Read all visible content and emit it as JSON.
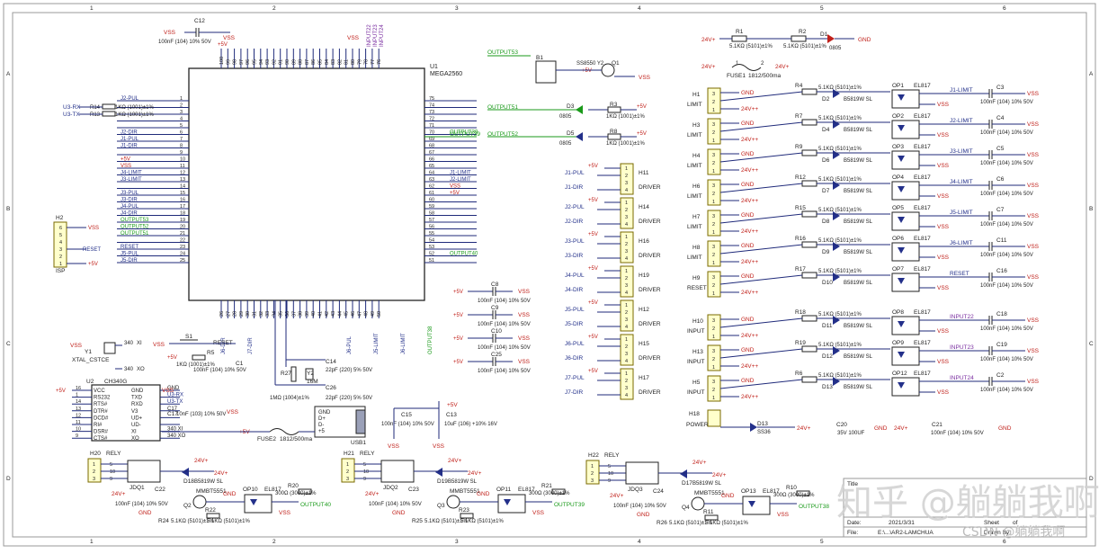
{
  "border": {
    "columns": [
      "1",
      "2",
      "3",
      "4",
      "5",
      "6"
    ],
    "rows": [
      "A",
      "B",
      "C",
      "D"
    ]
  },
  "mcu": {
    "ref": "U1",
    "part": "MEGA2560",
    "left_pins": [
      {
        "n": "1",
        "net": "J2-PUL"
      },
      {
        "n": "2",
        "net": ""
      },
      {
        "n": "3",
        "net": ""
      },
      {
        "n": "4",
        "net": ""
      },
      {
        "n": "5",
        "net": ""
      },
      {
        "n": "6",
        "net": "J2-DIR"
      },
      {
        "n": "7",
        "net": "J1-PUL"
      },
      {
        "n": "8",
        "net": "J1-DIR"
      },
      {
        "n": "9",
        "net": ""
      },
      {
        "n": "10",
        "net": "+5V"
      },
      {
        "n": "11",
        "net": "VSS"
      },
      {
        "n": "12",
        "net": "J4-LIMIT"
      },
      {
        "n": "13",
        "net": "J3-LIMIT"
      },
      {
        "n": "14",
        "net": ""
      },
      {
        "n": "15",
        "net": "J3-PUL"
      },
      {
        "n": "16",
        "net": "J3-DIR"
      },
      {
        "n": "17",
        "net": "J4-PUL"
      },
      {
        "n": "18",
        "net": "J4-DIR"
      },
      {
        "n": "19",
        "net": "OUTPUT53"
      },
      {
        "n": "20",
        "net": "OUTPUT52"
      },
      {
        "n": "21",
        "net": "OUTPUT51"
      },
      {
        "n": "22",
        "net": ""
      },
      {
        "n": "23",
        "net": "RESET"
      },
      {
        "n": "24",
        "net": "J5-PUL"
      },
      {
        "n": "25",
        "net": "J5-DIR"
      }
    ],
    "right_pins": [
      {
        "n": "75",
        "net": ""
      },
      {
        "n": "74",
        "net": ""
      },
      {
        "n": "73",
        "net": ""
      },
      {
        "n": "72",
        "net": ""
      },
      {
        "n": "71",
        "net": ""
      },
      {
        "n": "70",
        "net": "OUTPUT39"
      },
      {
        "n": "69",
        "net": ""
      },
      {
        "n": "68",
        "net": ""
      },
      {
        "n": "67",
        "net": ""
      },
      {
        "n": "66",
        "net": ""
      },
      {
        "n": "65",
        "net": ""
      },
      {
        "n": "64",
        "net": "J1-LIMIT"
      },
      {
        "n": "63",
        "net": "J2-LIMIT"
      },
      {
        "n": "62",
        "net": "VSS"
      },
      {
        "n": "61",
        "net": "+5V"
      },
      {
        "n": "60",
        "net": ""
      },
      {
        "n": "59",
        "net": ""
      },
      {
        "n": "58",
        "net": ""
      },
      {
        "n": "57",
        "net": ""
      },
      {
        "n": "56",
        "net": ""
      },
      {
        "n": "55",
        "net": ""
      },
      {
        "n": "54",
        "net": ""
      },
      {
        "n": "53",
        "net": ""
      },
      {
        "n": "52",
        "net": "OUTPUT40"
      },
      {
        "n": "51",
        "net": ""
      }
    ],
    "top_pins": [
      "100",
      "99",
      "98",
      "97",
      "96",
      "95",
      "94",
      "93",
      "92",
      "91",
      "90",
      "89",
      "88",
      "87",
      "86",
      "85",
      "84",
      "83",
      "82",
      "81",
      "80",
      "79",
      "78",
      "77",
      "76"
    ],
    "bottom_pins": [
      "26",
      "27",
      "28",
      "29",
      "30",
      "31",
      "32",
      "33",
      "34",
      "35",
      "36",
      "37",
      "38",
      "39",
      "40",
      "41",
      "42",
      "43",
      "44",
      "45",
      "46",
      "47",
      "48",
      "49",
      "50"
    ],
    "top_nets": [
      "INPUT22",
      "INPUT23",
      "INPUT24"
    ],
    "bottom_nets": [
      "J6-DIR",
      "J7-DIR",
      "J6-PUL",
      "J5-LIMIT",
      "J6-LIMIT",
      "OUTPUT38"
    ]
  },
  "uart": {
    "rx_net": "U3-RX",
    "tx_net": "U3-TX",
    "r14": "R14",
    "r13": "R13",
    "res_val": "1KΩ (1001)±1%"
  },
  "c12": {
    "ref": "C12",
    "value": "100nF (104) 10% 50V",
    "vss": "VSS",
    "v5": "+5V"
  },
  "isp": {
    "ref": "H2",
    "name": "ISP",
    "pins": [
      "6",
      "5",
      "4",
      "3",
      "2",
      "1"
    ],
    "nets": [
      "VSS",
      "",
      "",
      "RESET",
      "",
      "+5V"
    ]
  },
  "buzzer": {
    "ref": "B1",
    "q": "Q1",
    "part": "SS8550 Y2",
    "net": "OUTPUT53",
    "v5": "+5V",
    "vss": "VSS"
  },
  "leds_out": [
    {
      "net": "OUTPUT51",
      "d": "D3",
      "pkg": "0805",
      "r": "R3",
      "rv": "1KΩ (1001)±1%",
      "v": "+5V"
    },
    {
      "net": "OUTPUT52",
      "d": "D5",
      "pkg": "0805",
      "r": "R8",
      "rv": "1KΩ (1001)±1%",
      "v": "+5V"
    }
  ],
  "output39": "OUTPUT39",
  "power_led": {
    "r1": "R1",
    "r2": "R2",
    "rv": "5.1KΩ (5101)±1%",
    "d": "D1",
    "pkg": "0805",
    "v": "24V+",
    "gnd": "GND"
  },
  "fuse1": {
    "ref": "FUSE1",
    "value": "1812/500ma",
    "v": "24V+",
    "n1": "1",
    "n2": "2"
  },
  "drivers": [
    {
      "ref": "H11",
      "pul": "J1-PUL",
      "dir": "J1-DIR"
    },
    {
      "ref": "H14",
      "pul": "J2-PUL",
      "dir": "J2-DIR"
    },
    {
      "ref": "H16",
      "pul": "J3-PUL",
      "dir": "J3-DIR"
    },
    {
      "ref": "H19",
      "pul": "J4-PUL",
      "dir": "J4-DIR"
    },
    {
      "ref": "H12",
      "pul": "J5-PUL",
      "dir": "J5-DIR"
    },
    {
      "ref": "H15",
      "pul": "J6-PUL",
      "dir": "J6-DIR"
    },
    {
      "ref": "H17",
      "pul": "J7-PUL",
      "dir": "J7-DIR"
    }
  ],
  "driver_label": "DRIVER",
  "decoupling": [
    {
      "ref": "C8",
      "value": "100nF (104) 10% 50V"
    },
    {
      "ref": "C9",
      "value": "100nF (104) 10% 50V"
    },
    {
      "ref": "C10",
      "value": "100nF (104) 10% 50V"
    },
    {
      "ref": "C25",
      "value": "100nF (104) 10% 50V"
    }
  ],
  "inputs": [
    {
      "h": "H1",
      "lab": "LIMIT",
      "r": "R4",
      "d": "D2",
      "op": "OP1",
      "c": "C3",
      "net": "J1-LIMIT"
    },
    {
      "h": "H3",
      "lab": "LIMIT",
      "r": "R7",
      "d": "D4",
      "op": "OP2",
      "c": "C4",
      "net": "J2-LIMIT"
    },
    {
      "h": "H4",
      "lab": "LIMIT",
      "r": "R9",
      "d": "D6",
      "op": "OP3",
      "c": "C5",
      "net": "J3-LIMIT"
    },
    {
      "h": "H6",
      "lab": "LIMIT",
      "r": "R12",
      "d": "D7",
      "op": "OP4",
      "c": "C6",
      "net": "J4-LIMIT"
    },
    {
      "h": "H7",
      "lab": "LIMIT",
      "r": "R15",
      "d": "D8",
      "op": "OP5",
      "c": "C7",
      "net": "J5-LIMIT"
    },
    {
      "h": "H8",
      "lab": "LIMIT",
      "r": "R16",
      "d": "D9",
      "op": "OP6",
      "c": "C11",
      "net": "J6-LIMIT"
    },
    {
      "h": "H9",
      "lab": "RESET",
      "r": "R17",
      "d": "D10",
      "op": "OP7",
      "c": "C16",
      "net": "RESET"
    },
    {
      "h": "H10",
      "lab": "INPUT",
      "r": "R18",
      "d": "D11",
      "op": "OP8",
      "c": "C18",
      "net": "INPUT22"
    },
    {
      "h": "H13",
      "lab": "INPUT",
      "r": "R19",
      "d": "D12",
      "op": "OP9",
      "c": "C19",
      "net": "INPUT23"
    },
    {
      "h": "H5",
      "lab": "INPUT",
      "r": "R6",
      "d": "D13",
      "op": "OP12",
      "c": "C2",
      "net": "INPUT24"
    }
  ],
  "input_common": {
    "rv": "5.1KΩ (5101)±1%",
    "diode": "B5819W SL",
    "opto": "EL817",
    "cv": "100nF (104) 10% 50V",
    "gnd": "GND",
    "v24": "24V++",
    "vss": "VSS"
  },
  "power_in": {
    "h": "H18",
    "lab": "POWER",
    "d": "D13",
    "dpart": "SS36",
    "c20": "C20",
    "c20v": "35V 100UF",
    "c21": "C21",
    "c21v": "100nF (104) 10% 50V",
    "v": "24V+",
    "gnd": "GND"
  },
  "reset_ckt": {
    "s": "S1",
    "net": "RESET",
    "r": "R5",
    "rv": "1KΩ (1001)±1%",
    "c": "C1",
    "cv": "100nF (104) 10% 50V",
    "v": "+5V",
    "vss": "VSS"
  },
  "crystal1": {
    "ref": "Y1",
    "name": "XTAL_CSTCE",
    "p1": "340",
    "p1n": "XI",
    "p2": "340",
    "p2n": "XO",
    "vss": "VSS"
  },
  "crystal2": {
    "ref": "Y2",
    "value": "16M",
    "r": "R27",
    "rv": "1MΩ (1004)±1%",
    "c14": "C14",
    "c26": "C26",
    "cv": "22pF (220) 5% 50V"
  },
  "ch340": {
    "ref": "U2",
    "part": "CH340G",
    "left": [
      {
        "n": "16",
        "p": "VCC"
      },
      {
        "n": "1",
        "p": "RS232"
      },
      {
        "n": "14",
        "p": "RTS#"
      },
      {
        "n": "13",
        "p": "DTR#"
      },
      {
        "n": "12",
        "p": "DCD#"
      },
      {
        "n": "11",
        "p": "RI#"
      },
      {
        "n": "10",
        "p": "DSR#"
      },
      {
        "n": "9",
        "p": "CTS#"
      }
    ],
    "right": [
      {
        "n": "GND",
        "p": "GND"
      },
      {
        "n": "TXD",
        "p": "U3-RX"
      },
      {
        "n": "RXD",
        "p": "U3-TX"
      },
      {
        "n": "V3",
        "p": "C17"
      },
      {
        "n": "UD+",
        "p": ""
      },
      {
        "n": "UD-",
        "p": ""
      },
      {
        "n": "XI",
        "p": "340 XI"
      },
      {
        "n": "XO",
        "p": "340 XO"
      }
    ],
    "c17": "C17",
    "c17v": "10nF (103) 10% 50V",
    "v": "+5V",
    "vss": "VSS"
  },
  "usb": {
    "ref": "USB1",
    "pins": [
      "GND",
      "D+",
      "D-",
      "+5"
    ],
    "fuse": "FUSE2",
    "fusev": "1812/500ma",
    "v": "+5V"
  },
  "bulk": {
    "c15": "C15",
    "c15v": "100nF (104) 10% 50V",
    "c13": "C13",
    "c13v": "10uF (106) +10% 16V",
    "v": "+5V",
    "vss": "VSS"
  },
  "relays": [
    {
      "h": "H20",
      "lab": "RELY",
      "jdq": "JDQ1",
      "d": "D18",
      "c": "C22",
      "q": "Q2",
      "qp": "MMBT5551",
      "r1": "R24",
      "r2": "R22",
      "r3": "R20",
      "op": "OP10",
      "net": "OUTPUT40"
    },
    {
      "h": "H21",
      "lab": "RELY",
      "jdq": "JDQ2",
      "d": "D19",
      "c": "C23",
      "q": "Q3",
      "qp": "MMBT5551",
      "r1": "R25",
      "r2": "R23",
      "r3": "R21",
      "op": "OP11",
      "net": "OUTPUT39"
    },
    {
      "h": "H22",
      "lab": "RELY",
      "jdq": "JDQ3",
      "d": "D17",
      "c": "C24",
      "q": "Q4",
      "qp": "MMBT5551",
      "r1": "R26",
      "r2": "R11",
      "r3": "R10",
      "op": "OP13",
      "net": "OUTPUT38"
    }
  ],
  "relay_common": {
    "rv1": "5.1KΩ (5101)±1%",
    "rv3": "300Ω (3000)±1%",
    "cv": "100nF (104) 10% 50V",
    "diode": "B5819W SL",
    "opto": "EL817",
    "v": "24V+",
    "gnd": "GND",
    "vss": "VSS",
    "pins": [
      "1",
      "2",
      "3"
    ],
    "jpins": [
      "5",
      "10",
      "9"
    ]
  },
  "title_block": {
    "title": "Title",
    "date_label": "Date:",
    "date": "2021/3/31",
    "file_label": "File:",
    "file": "E:\\...\\AR2-LAMCHUA",
    "sheet": "Sheet",
    "of": "of",
    "drawn": "Drawn By:"
  },
  "watermark": {
    "zh": "知乎 @躺躺我啊",
    "csdn": "CSDN @躺躺我啊"
  }
}
